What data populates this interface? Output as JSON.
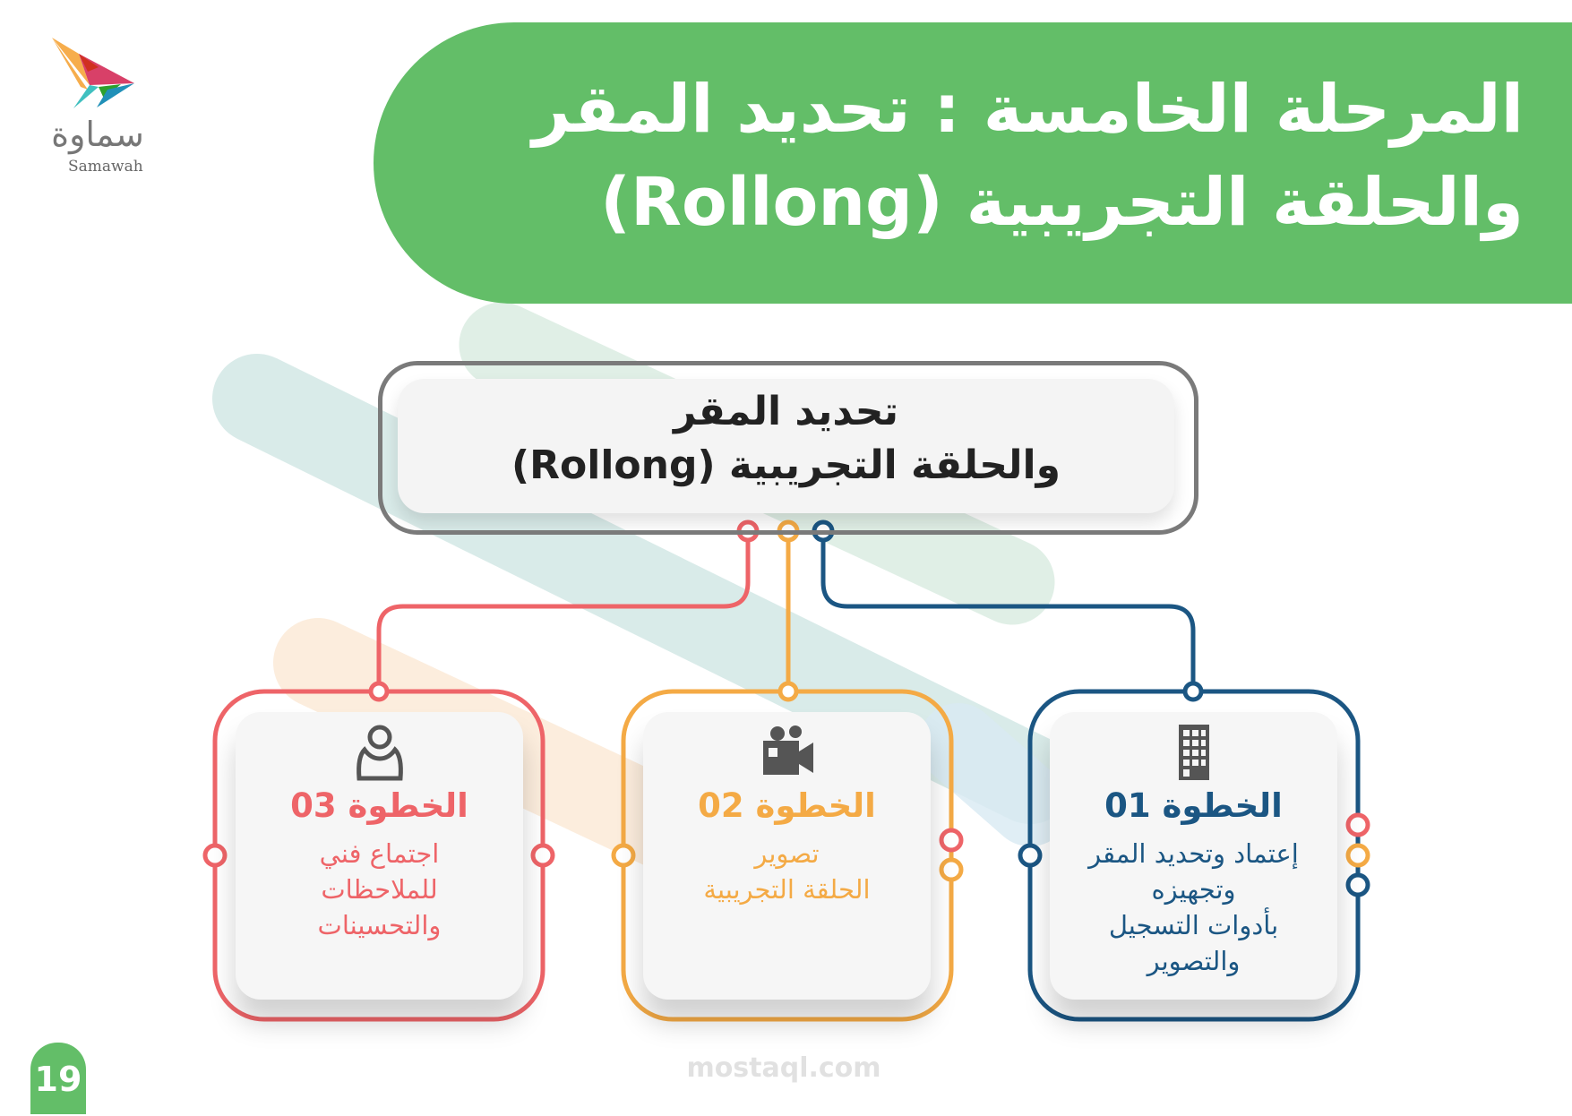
{
  "logo": {
    "arabic": "سماوة",
    "latin": "Samawah"
  },
  "header": {
    "line1": "المرحلة الخامسة : تحديد المقر",
    "line2": "والحلقة التجريبية  (Rollong)"
  },
  "main_box": {
    "line1": "تحديد المقر",
    "line2": "والحلقة التجريبية  (Rollong)"
  },
  "steps": [
    {
      "title": "الخطوة 01",
      "lines": [
        "إعتماد وتحديد المقر",
        "وتجهيزه",
        "بأدوات التسجيل",
        "والتصوير"
      ],
      "icon": "building-icon",
      "color": "#1b5683"
    },
    {
      "title": "الخطوة 02",
      "lines": [
        "تصوير",
        "الحلقة التجريبية"
      ],
      "icon": "video-camera-icon",
      "color": "#f4aa45"
    },
    {
      "title": "الخطوة 03",
      "lines": [
        "اجتماع فني",
        "للملاحظات",
        "والتحسينات"
      ],
      "icon": "user-icon",
      "color": "#ee6468"
    }
  ],
  "colors": {
    "green": "#63be68",
    "red": "#ee6468",
    "orange": "#f4aa45",
    "blue": "#1b5683"
  },
  "page_number": "19",
  "watermark": "mostaql.com"
}
